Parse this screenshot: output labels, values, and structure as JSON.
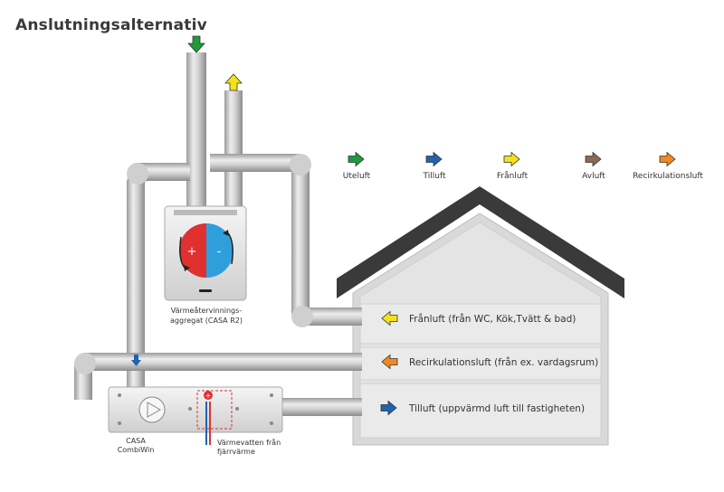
{
  "title": "Anslutningsalternativ",
  "colors": {
    "uteluft": "#1f9a3c",
    "tilluft": "#1f63b0",
    "franluft": "#f2e21a",
    "avluft": "#8a6a57",
    "recirkulationsluft": "#f08a1e",
    "warm": "#e03030",
    "cold": "#2f9fdc",
    "duct": "#c8c8c8",
    "house_wall": "#d9d9d9",
    "roof": "#3a3a3a"
  },
  "legend": [
    {
      "label": "Uteluft",
      "color": "#1f9a3c",
      "icon": "arrow-right-icon"
    },
    {
      "label": "Tilluft",
      "color": "#1f63b0",
      "icon": "arrow-right-icon"
    },
    {
      "label": "Frånluft",
      "color": "#f2e21a",
      "icon": "arrow-right-icon"
    },
    {
      "label": "Avluft",
      "color": "#8a6a57",
      "icon": "arrow-right-icon"
    },
    {
      "label": "Recirkulationsluft",
      "color": "#f08a1e",
      "icon": "arrow-right-icon"
    }
  ],
  "house_rooms": [
    {
      "label": "Frånluft (från WC, Kök,Tvätt & bad)",
      "color": "#f2e21a",
      "direction": "left"
    },
    {
      "label": "Recirkulationsluft (från ex. vardagsrum)",
      "color": "#f08a1e",
      "direction": "left"
    },
    {
      "label": "Tilluft (uppvärmd luft till fastigheten)",
      "color": "#1f63b0",
      "direction": "right"
    }
  ],
  "units": {
    "r2_line1": "Värmeåtervinnings-",
    "r2_line2": "aggregat (CASA R2)",
    "plus": "+",
    "minus": "-",
    "combiwin_line1": "CASA",
    "combiwin_line2": "CombiWin",
    "water_line1": "Värmevatten från",
    "water_line2": "fjärrvärme"
  }
}
